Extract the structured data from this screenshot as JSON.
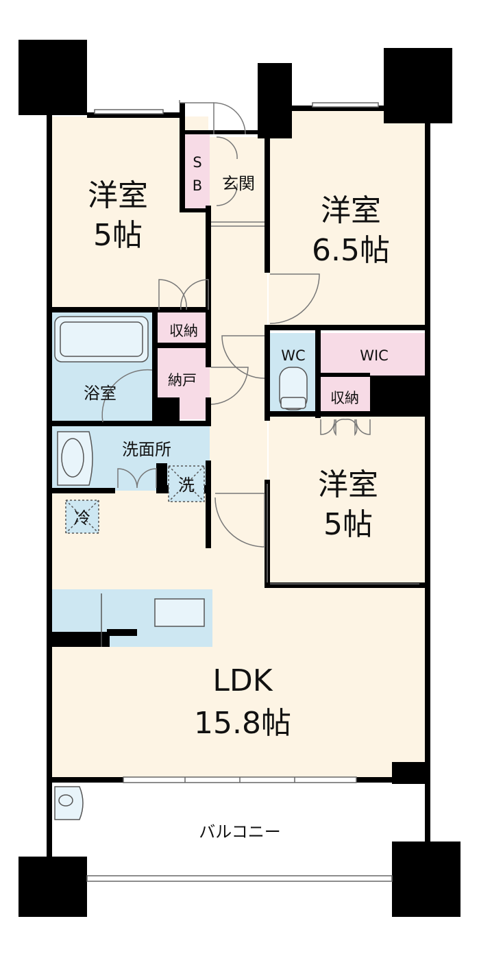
{
  "colors": {
    "room_fill": "#fdf4e4",
    "wet_fill": "#cde7f2",
    "storage_fill": "#f7dbe6",
    "wall": "#000000",
    "fixture_stroke": "#555555"
  },
  "rooms": {
    "western_room_1": {
      "name": "洋室",
      "size": "5帖"
    },
    "western_room_2": {
      "name": "洋室",
      "size": "6.5帖"
    },
    "western_room_3": {
      "name": "洋室",
      "size": "5帖"
    },
    "ldk": {
      "name": "LDK",
      "size": "15.8帖"
    },
    "entrance": "玄関",
    "shoe_box": [
      "S",
      "B"
    ],
    "bathroom": "浴室",
    "washroom": "洗面所",
    "closet_upper": "収納",
    "closet_lower": "収納",
    "storeroom": "納戸",
    "toilet": "WC",
    "walk_in_closet": "WIC",
    "balcony": "バルコニー",
    "laundry": "洗",
    "fridge": "冷"
  }
}
